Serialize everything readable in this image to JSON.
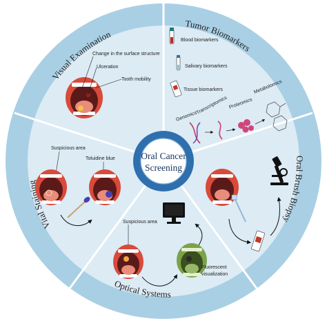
{
  "center": {
    "line1": "Oral Cancer",
    "line2": "Screening"
  },
  "sectors": {
    "visual_examination": {
      "title": "Visual Examination",
      "labels": [
        "Change in the surface structure",
        "Ulceration",
        "Tooth mobility"
      ]
    },
    "tumor_biomarkers": {
      "title": "Tumor Biomarkers",
      "labels": [
        "Blood biomarkers",
        "Salivary biomarkers",
        "Tissue biomarkers"
      ],
      "omics": [
        "Genomics",
        "Transcriptomics",
        "Proteomics",
        "Metabolomics"
      ]
    },
    "oral_brush_biopsy": {
      "title": "Oral Brush Biopsy"
    },
    "optical_systems": {
      "title": "Optical Systems",
      "labels": [
        "Suspicious area",
        "Fluorescent",
        "visualization"
      ]
    },
    "vital_staining": {
      "title": "Vital Staining",
      "labels": [
        "Suspicious area",
        "Toluidine blue"
      ]
    }
  },
  "colors": {
    "outer_ring": "#a9cfe4",
    "inner_fill": "#dcebf4",
    "divider": "#ffffff",
    "center_outer": "#2f6fae",
    "center_inner": "#ffffff",
    "center_text": "#16345e",
    "mouth_red": "#d94a3a",
    "tongue": "#e98c7a"
  }
}
